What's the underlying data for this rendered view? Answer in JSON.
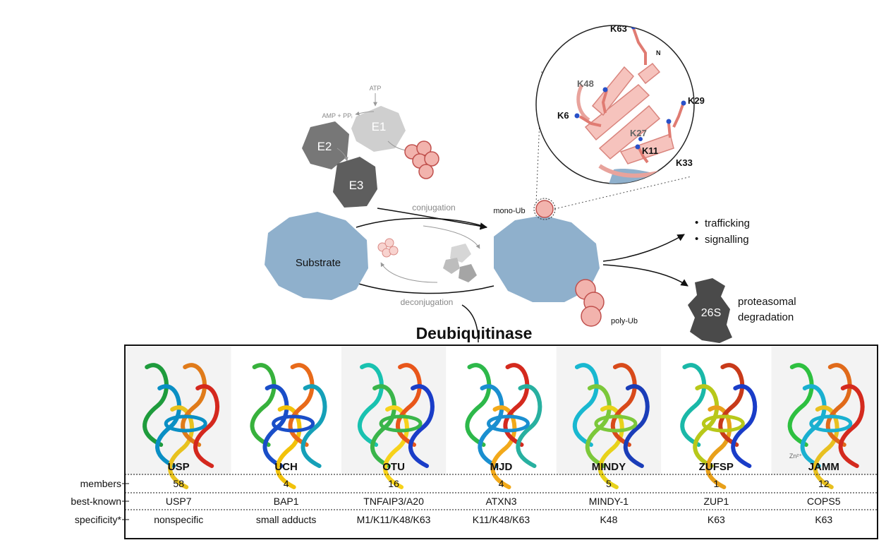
{
  "cycle": {
    "atp": "ATP",
    "amp_ppi": "AMP + PPᵢ",
    "e1": "E1",
    "e2": "E2",
    "e3": "E3",
    "conjugation": "conjugation",
    "deconjugation": "deconjugation",
    "substrate": "Substrate",
    "mono_ub": "mono-Ub",
    "poly_ub": "poly-Ub",
    "outcome_1": "trafficking",
    "outcome_2": "signalling",
    "proteasome": "26S",
    "degradation_1": "proteasomal",
    "degradation_2": "degradation",
    "title": "Deubiquitinase"
  },
  "ubiquitin_lysines": {
    "k63": "K63",
    "n_term": "N",
    "k48": "K48",
    "k29": "K29",
    "k6": "K6",
    "k27": "K27",
    "k11": "K11",
    "k33": "K33"
  },
  "dub_table": {
    "row_labels": [
      "members",
      "best-known",
      "specificity*"
    ],
    "families": [
      {
        "name": "USP",
        "members": "58",
        "best_known": "USP7",
        "specificity": "nonspecific"
      },
      {
        "name": "UCH",
        "members": "4",
        "best_known": "BAP1",
        "specificity": "small adducts"
      },
      {
        "name": "OTU",
        "members": "16",
        "best_known": "TNFAIP3/A20",
        "specificity": "M1/K11/K48/K63"
      },
      {
        "name": "MJD",
        "members": "4",
        "best_known": "ATXN3",
        "specificity": "K11/K48/K63"
      },
      {
        "name": "MINDY",
        "members": "5",
        "best_known": "MINDY-1",
        "specificity": "K48"
      },
      {
        "name": "ZUFSP",
        "members": "1",
        "best_known": "ZUP1",
        "specificity": "K63"
      },
      {
        "name": "JAMM",
        "members": "12",
        "best_known": "COPS5",
        "specificity": "K63"
      }
    ],
    "zinc_label": "Zn²⁺"
  },
  "colors": {
    "ubiquitin": "#f2b3ad",
    "ubiquitin_stroke": "#c0504d",
    "substrate": "#8fb0cc",
    "enzyme_dark": "#5a5a5a",
    "enzyme_light": "#c8c8c8",
    "proteasome": "#4a4a4a",
    "lysine_tip": "#2850c8"
  }
}
